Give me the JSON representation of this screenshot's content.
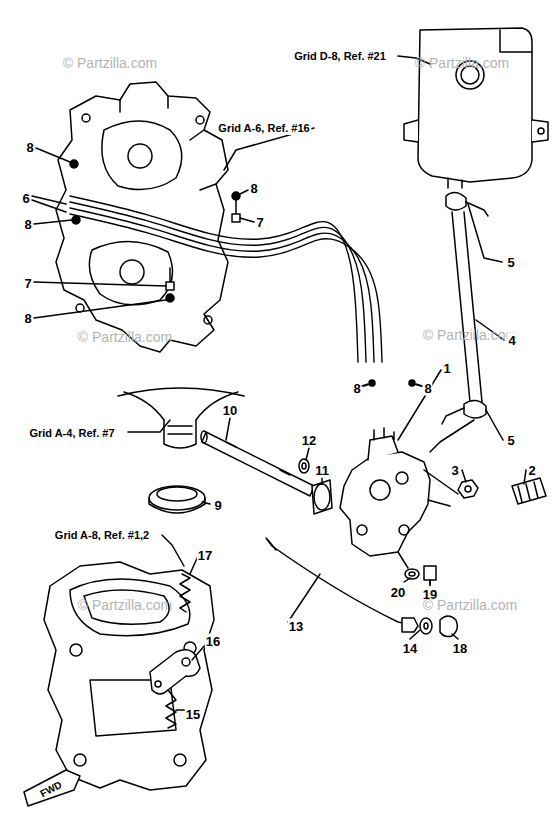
{
  "diagram": {
    "labels": [
      "© Partzilla.com",
      "© Partzilla.com",
      "Grid D-8, Ref. #21",
      "Grid A-6, Ref. #16",
      "8",
      "6",
      "8",
      "8",
      "7",
      "5",
      "7",
      "8",
      "© Partzilla.com",
      "© Partzilla.com",
      "4",
      "1",
      "8",
      "8",
      "Grid A-4, Ref. #7",
      "10",
      "12",
      "5",
      "11",
      "3",
      "2",
      "9",
      "Grid A-8, Ref. #1,2",
      "17",
      "20",
      "19",
      "© Partzilla.com",
      "© Partzilla.com",
      "13",
      "16",
      "14",
      "18",
      "15",
      "FWD"
    ]
  }
}
